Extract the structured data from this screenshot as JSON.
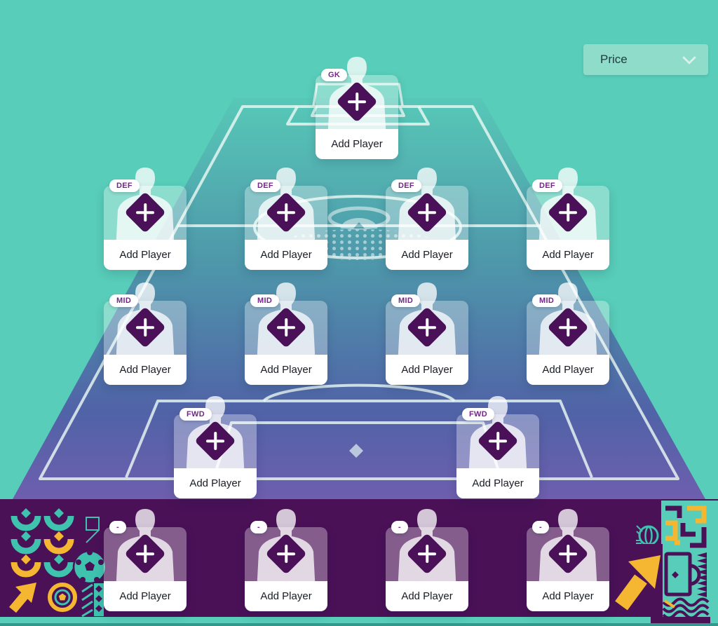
{
  "header": {
    "filter_label": "Price"
  },
  "slots": [
    {
      "position": "GK",
      "row": "gk",
      "col": 0,
      "label": "Add Player"
    },
    {
      "position": "DEF",
      "row": "def",
      "col": 0,
      "label": "Add Player"
    },
    {
      "position": "DEF",
      "row": "def",
      "col": 1,
      "label": "Add Player"
    },
    {
      "position": "DEF",
      "row": "def",
      "col": 2,
      "label": "Add Player"
    },
    {
      "position": "DEF",
      "row": "def",
      "col": 3,
      "label": "Add Player"
    },
    {
      "position": "MID",
      "row": "mid",
      "col": 0,
      "label": "Add Player"
    },
    {
      "position": "MID",
      "row": "mid",
      "col": 1,
      "label": "Add Player"
    },
    {
      "position": "MID",
      "row": "mid",
      "col": 2,
      "label": "Add Player"
    },
    {
      "position": "MID",
      "row": "mid",
      "col": 3,
      "label": "Add Player"
    },
    {
      "position": "FWD",
      "row": "fwd",
      "col": 0,
      "label": "Add Player"
    },
    {
      "position": "FWD",
      "row": "fwd",
      "col": 1,
      "label": "Add Player"
    },
    {
      "position": "-",
      "row": "bench",
      "col": 0,
      "label": "Add Player"
    },
    {
      "position": "-",
      "row": "bench",
      "col": 1,
      "label": "Add Player"
    },
    {
      "position": "-",
      "row": "bench",
      "col": 2,
      "label": "Add Player"
    },
    {
      "position": "-",
      "row": "bench",
      "col": 3,
      "label": "Add Player"
    }
  ],
  "colors": {
    "background": "#58CDB9",
    "pitch_top": "#57C8B7",
    "pitch_bottom": "#6E5EAE",
    "pitch_line": "#E9F8F3",
    "bench_bar": "#4A1157",
    "badge_text": "#73258A",
    "diamond": "#4A1158",
    "accent_teal": "#3FC2AE",
    "accent_yellow": "#F5B631"
  }
}
